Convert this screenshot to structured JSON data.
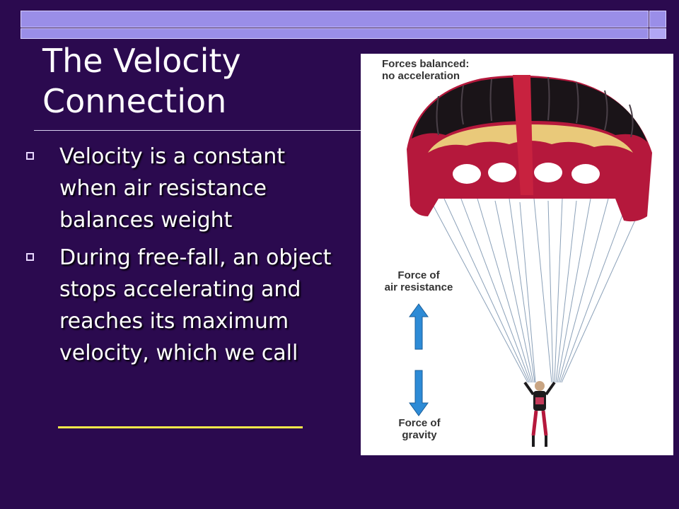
{
  "slide": {
    "title_line1": "The Velocity",
    "title_line2": "Connection",
    "bullets": [
      {
        "text": "Velocity is a constant when air resistance balances weight"
      },
      {
        "text": "During free-fall, an object stops accelerating and reaches its maximum velocity, which we call"
      }
    ]
  },
  "figure": {
    "label_balanced_line1": "Forces balanced:",
    "label_balanced_line2": "no acceleration",
    "label_air_line1": "Force of",
    "label_air_line2": "air resistance",
    "label_gravity_line1": "Force of",
    "label_gravity_line2": "gravity"
  },
  "colors": {
    "background": "#2b0a4f",
    "accent_bar": "#9a8ee8",
    "blank_line": "#f7e84a",
    "arrow": "#2d8bd6"
  }
}
